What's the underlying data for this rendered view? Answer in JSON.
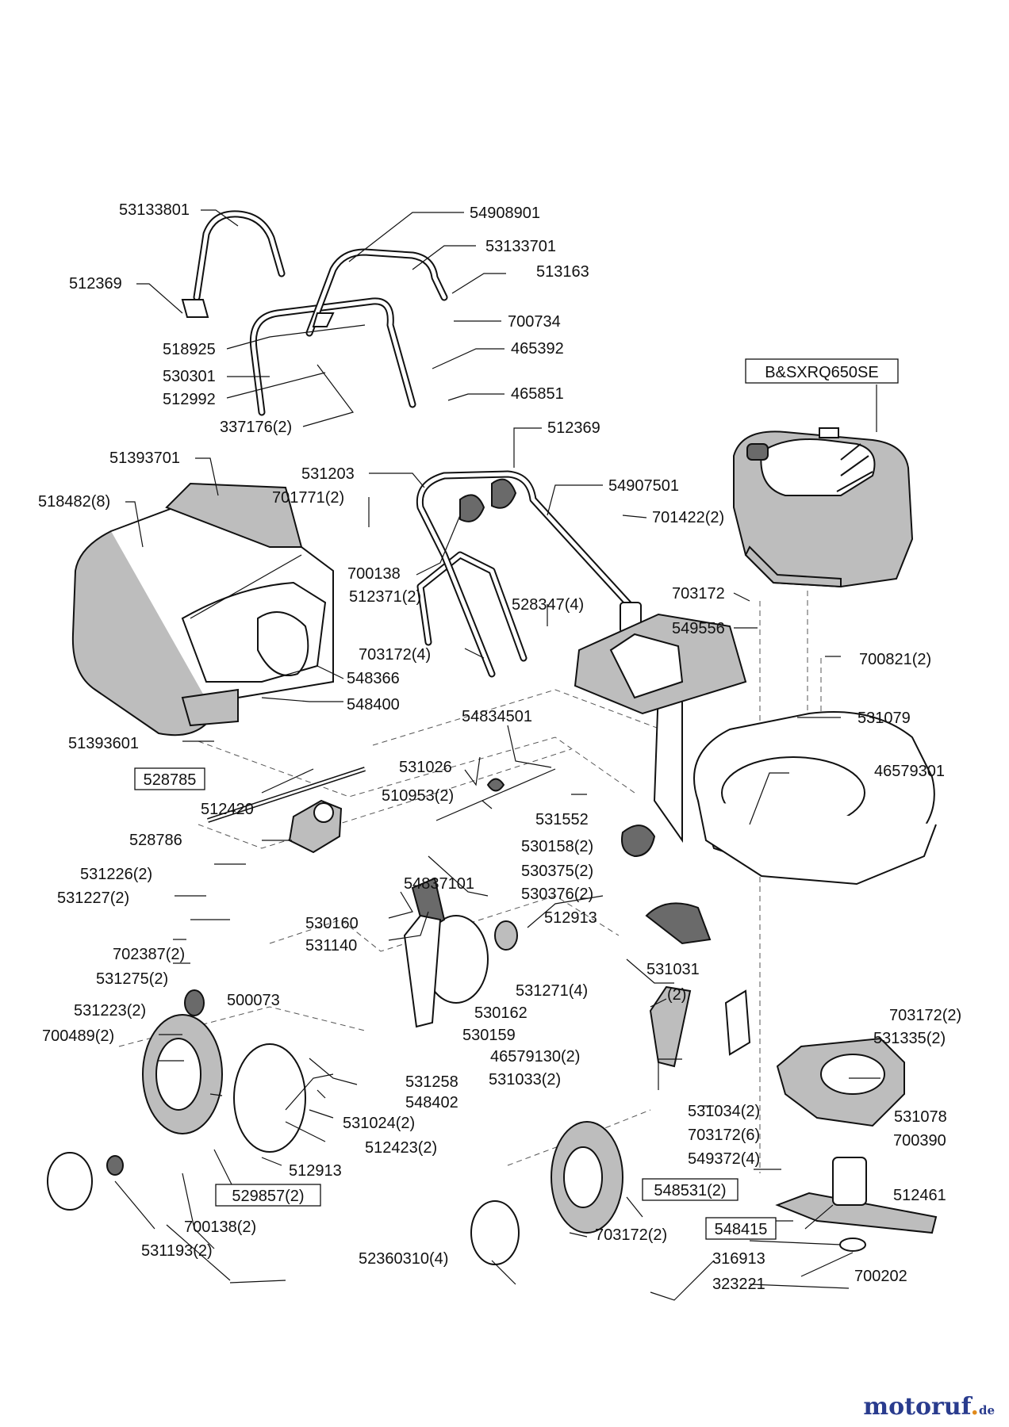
{
  "engine_label": "B&SXRQ650SE",
  "labels": [
    {
      "id": "l1",
      "text": "53133801"
    },
    {
      "id": "l2",
      "text": "54908901"
    },
    {
      "id": "l3",
      "text": "53133701"
    },
    {
      "id": "l4",
      "text": "512369"
    },
    {
      "id": "l5",
      "text": "513163"
    },
    {
      "id": "l6",
      "text": "700734"
    },
    {
      "id": "l7",
      "text": "518925"
    },
    {
      "id": "l8",
      "text": "465392"
    },
    {
      "id": "l9",
      "text": "530301"
    },
    {
      "id": "l10",
      "text": "465851"
    },
    {
      "id": "l11",
      "text": "512992"
    },
    {
      "id": "l12",
      "text": "337176(2)"
    },
    {
      "id": "l13",
      "text": "512369"
    },
    {
      "id": "l14",
      "text": "51393701"
    },
    {
      "id": "l15",
      "text": "531203"
    },
    {
      "id": "l16",
      "text": "54907501"
    },
    {
      "id": "l17",
      "text": "518482(8)"
    },
    {
      "id": "l18",
      "text": "701771(2)"
    },
    {
      "id": "l19",
      "text": "701422(2)"
    },
    {
      "id": "l20",
      "text": "700138"
    },
    {
      "id": "l21",
      "text": "512371(2)"
    },
    {
      "id": "l22",
      "text": "528347(4)"
    },
    {
      "id": "l23",
      "text": "703172"
    },
    {
      "id": "l24",
      "text": "549556"
    },
    {
      "id": "l25",
      "text": "703172(4)"
    },
    {
      "id": "l26",
      "text": "700821(2)"
    },
    {
      "id": "l27",
      "text": "548366"
    },
    {
      "id": "l28",
      "text": "548400"
    },
    {
      "id": "l29",
      "text": "531079"
    },
    {
      "id": "l30",
      "text": "54834501"
    },
    {
      "id": "l31",
      "text": "51393601"
    },
    {
      "id": "l32",
      "text": "531026"
    },
    {
      "id": "l33",
      "text": "46579301"
    },
    {
      "id": "l35",
      "text": "510953(2)"
    },
    {
      "id": "l36",
      "text": "512420"
    },
    {
      "id": "l37",
      "text": "531552"
    },
    {
      "id": "l38",
      "text": "530158(2)"
    },
    {
      "id": "l39",
      "text": "528786"
    },
    {
      "id": "l40",
      "text": "530375(2)"
    },
    {
      "id": "l41",
      "text": "531226(2)"
    },
    {
      "id": "l42",
      "text": "54837101"
    },
    {
      "id": "l43",
      "text": "530376(2)"
    },
    {
      "id": "l44",
      "text": "531227(2)"
    },
    {
      "id": "l45",
      "text": "512913"
    },
    {
      "id": "l46",
      "text": "530160"
    },
    {
      "id": "l47",
      "text": "531140"
    },
    {
      "id": "l48",
      "text": "702387(2)"
    },
    {
      "id": "l49",
      "text": "531031"
    },
    {
      "id": "l50",
      "text": "531275(2)"
    },
    {
      "id": "l51",
      "text": "(2)"
    },
    {
      "id": "l52",
      "text": "531271(4)"
    },
    {
      "id": "l53",
      "text": "500073"
    },
    {
      "id": "l54",
      "text": "531223(2)"
    },
    {
      "id": "l55",
      "text": "530162"
    },
    {
      "id": "l56",
      "text": "703172(2)"
    },
    {
      "id": "l57",
      "text": "700489(2)"
    },
    {
      "id": "l58",
      "text": "530159"
    },
    {
      "id": "l59",
      "text": "531335(2)"
    },
    {
      "id": "l60",
      "text": "46579130(2)"
    },
    {
      "id": "l61",
      "text": "531258"
    },
    {
      "id": "l62",
      "text": "531033(2)"
    },
    {
      "id": "l63",
      "text": "548402"
    },
    {
      "id": "l64",
      "text": "531078"
    },
    {
      "id": "l65",
      "text": "531034(2)"
    },
    {
      "id": "l66",
      "text": "531024(2)"
    },
    {
      "id": "l67",
      "text": "703172(6)"
    },
    {
      "id": "l68",
      "text": "512423(2)"
    },
    {
      "id": "l69",
      "text": "700390"
    },
    {
      "id": "l70",
      "text": "549372(4)"
    },
    {
      "id": "l71",
      "text": "512913"
    },
    {
      "id": "l73",
      "text": "512461"
    },
    {
      "id": "l74",
      "text": "700138(2)"
    },
    {
      "id": "l76",
      "text": "703172(2)"
    },
    {
      "id": "l77",
      "text": "531193(2)"
    },
    {
      "id": "l78",
      "text": "316913"
    },
    {
      "id": "l79",
      "text": "52360310(4)"
    },
    {
      "id": "l80",
      "text": "700202"
    },
    {
      "id": "l81",
      "text": "323221"
    }
  ],
  "boxed_labels": [
    {
      "id": "b1",
      "text": "528785"
    },
    {
      "id": "b2",
      "text": "529857(2)"
    },
    {
      "id": "b3",
      "text": "548531(2)"
    },
    {
      "id": "b4",
      "text": "548415"
    }
  ],
  "brand": {
    "name": "motoruf",
    "dot": ".",
    "tld": "de"
  }
}
